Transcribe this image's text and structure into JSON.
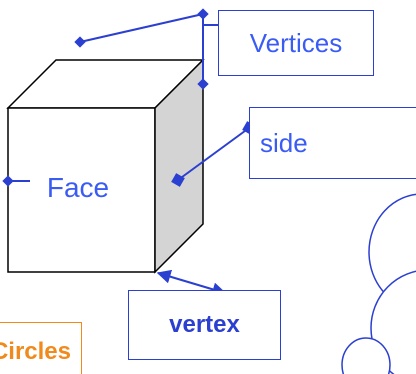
{
  "labels": {
    "vertices": "Vertices",
    "side": "side",
    "face": "Face",
    "vertex": "vertex",
    "circles": "Circles"
  },
  "colors": {
    "pointer": "#2b3fd0",
    "label_text": "#3b5bf5",
    "circles_text": "#f08a1c",
    "cube_edge": "#000000",
    "cube_side_face": "#d4d4d4"
  }
}
